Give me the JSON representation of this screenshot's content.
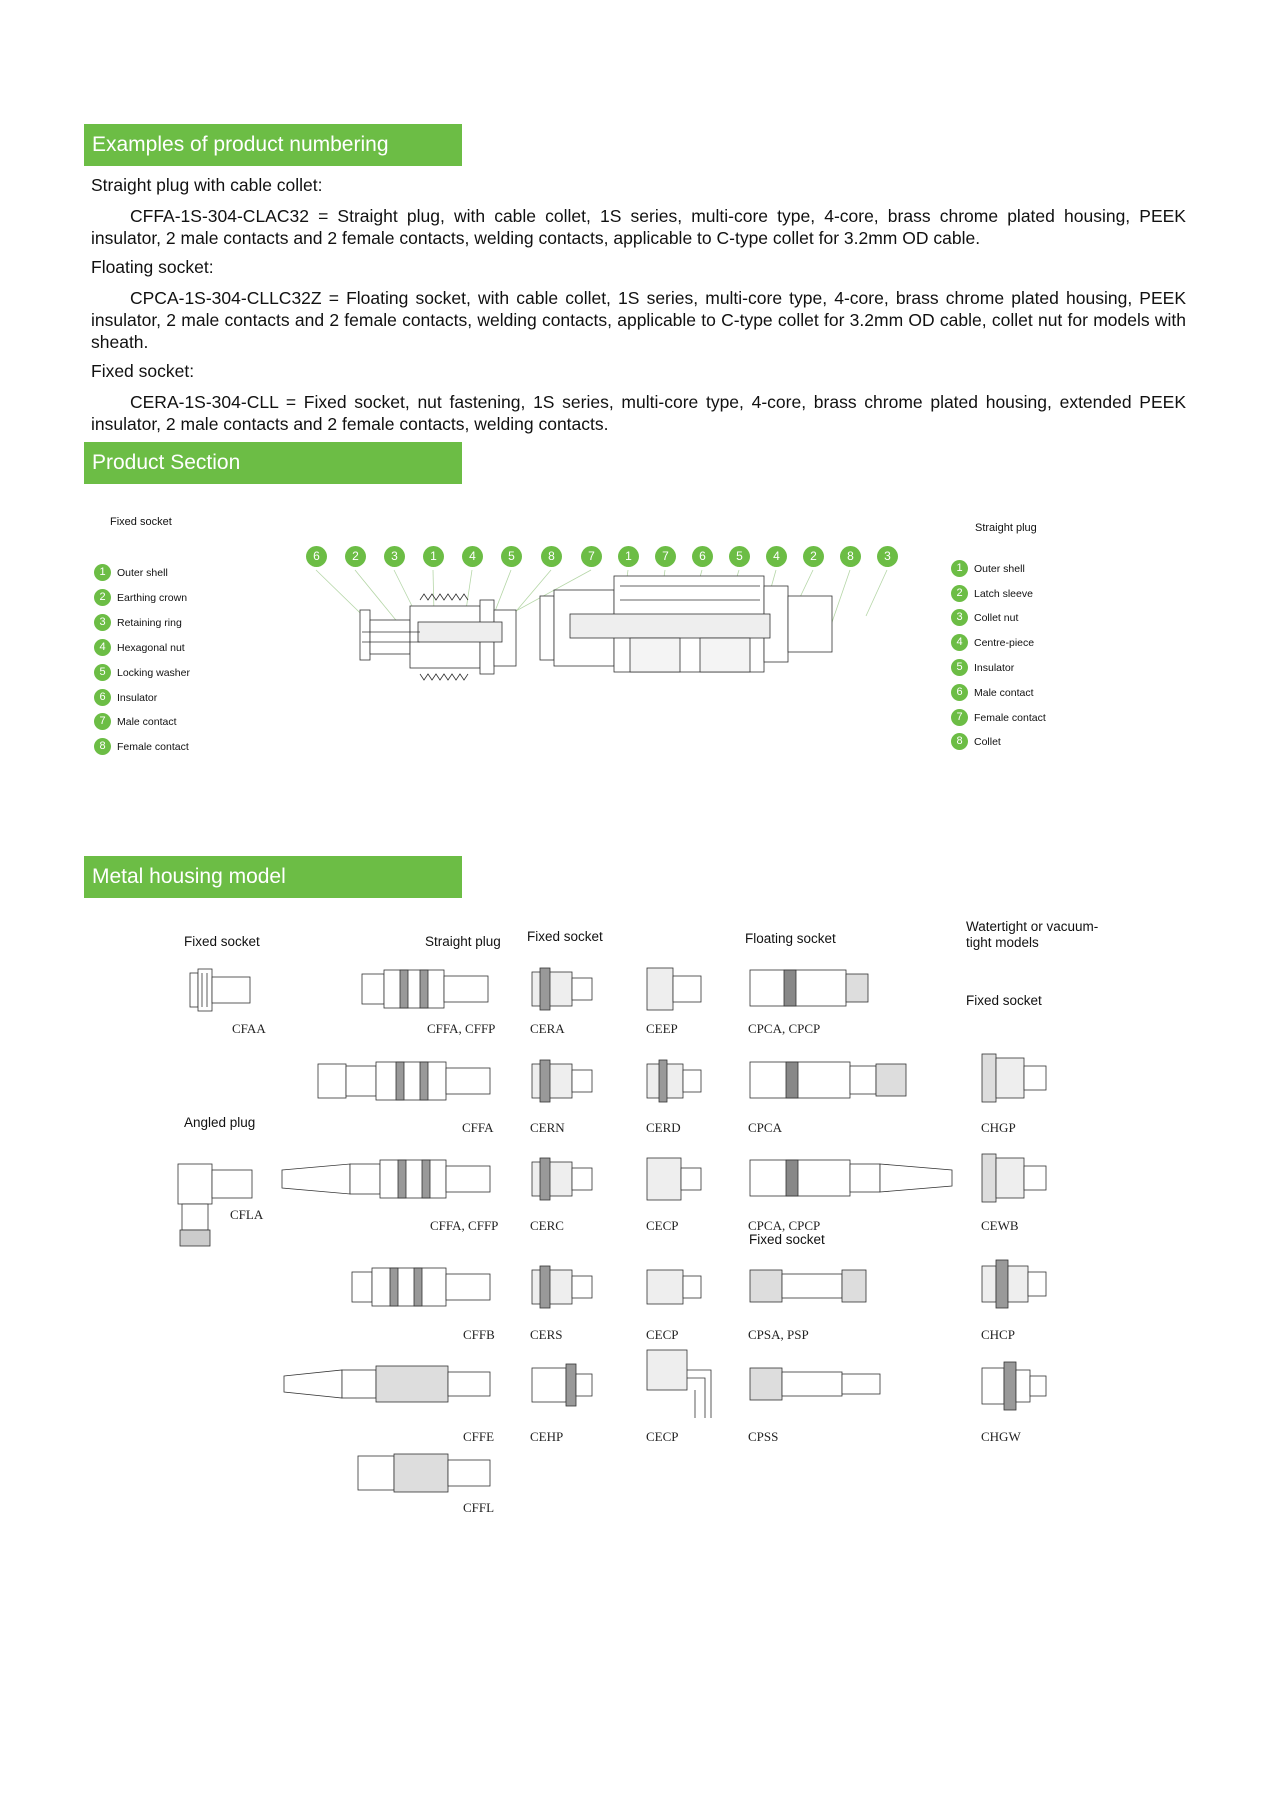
{
  "numbering": {
    "title": "Examples of product numbering",
    "items": [
      {
        "heading": "Straight plug with cable collet:",
        "text": "CFFA-1S-304-CLAC32 = Straight plug, with cable collet, 1S series, multi-core type, 4-core, brass chrome plated housing, PEEK insulator, 2 male contacts and 2 female contacts, welding contacts, applicable to C-type collet for 3.2mm OD cable."
      },
      {
        "heading": "Floating socket:",
        "text": "CPCA-1S-304-CLLC32Z = Floating socket, with cable collet, 1S series, multi-core type, 4-core, brass chrome plated housing, PEEK insulator, 2 male contacts and 2 female contacts, welding contacts, applicable to C-type collet for 3.2mm OD cable, collet nut for models with sheath."
      },
      {
        "heading": "Fixed socket:",
        "text": "CERA-1S-304-CLL = Fixed socket, nut fastening, 1S series, multi-core type, 4-core, brass chrome plated housing, extended PEEK insulator, 2 male contacts and 2 female contacts, welding contacts."
      }
    ]
  },
  "section": {
    "title": "Product Section",
    "fixed_title": "Fixed socket",
    "fixed_legend": [
      {
        "n": "1",
        "label": "Outer shell"
      },
      {
        "n": "2",
        "label": "Earthing crown"
      },
      {
        "n": "3",
        "label": "Retaining ring"
      },
      {
        "n": "4",
        "label": "Hexagonal nut"
      },
      {
        "n": "5",
        "label": "Locking washer"
      },
      {
        "n": "6",
        "label": "Insulator"
      },
      {
        "n": "7",
        "label": "Male contact"
      },
      {
        "n": "8",
        "label": "Female contact"
      }
    ],
    "plug_title": "Straight plug",
    "plug_legend": [
      {
        "n": "1",
        "label": "Outer shell"
      },
      {
        "n": "2",
        "label": "Latch sleeve"
      },
      {
        "n": "3",
        "label": "Collet nut"
      },
      {
        "n": "4",
        "label": "Centre-piece"
      },
      {
        "n": "5",
        "label": "Insulator"
      },
      {
        "n": "6",
        "label": "Male contact"
      },
      {
        "n": "7",
        "label": "Female contact"
      },
      {
        "n": "8",
        "label": "Collet"
      }
    ],
    "callouts_left": [
      "6",
      "2",
      "3",
      "1",
      "4",
      "5",
      "8",
      "7"
    ],
    "callouts_right": [
      "1",
      "7",
      "6",
      "5",
      "4",
      "2",
      "8",
      "3"
    ]
  },
  "metal": {
    "title": "Metal housing model",
    "headers": {
      "fixed_socket": "Fixed socket",
      "straight_plug": "Straight plug",
      "fixed_socket_2": "Fixed socket",
      "floating_socket": "Floating socket",
      "watertight_1": "Watertight or vacuum-",
      "watertight_2": "tight models",
      "fixed_socket_3": "Fixed socket",
      "angled_plug": "Angled plug",
      "fixed_socket_4": "Fixed socket"
    },
    "codes": {
      "cfaa": "CFAA",
      "cfla": "CFLA",
      "p1": "CFFA, CFFP",
      "p2": "CFFA",
      "p3": "CFFA, CFFP",
      "p4": "CFFB",
      "p5": "CFFE",
      "p6": "CFFL",
      "s1": "CERA",
      "s2": "CERN",
      "s3": "CERC",
      "s4": "CERS",
      "s5": "CEHP",
      "t1": "CEEP",
      "t2": "CERD",
      "t3": "CECP",
      "t4": "CECP",
      "t5": "CECP",
      "f1": "CPCA, CPCP",
      "f2": "CPCA",
      "f3": "CPCA, CPCP",
      "f4": "CPSA, PSP",
      "f5": "CPSS",
      "w1": "CHGP",
      "w2": "CEWB",
      "w3": "CHCP",
      "w4": "CHGW"
    }
  }
}
